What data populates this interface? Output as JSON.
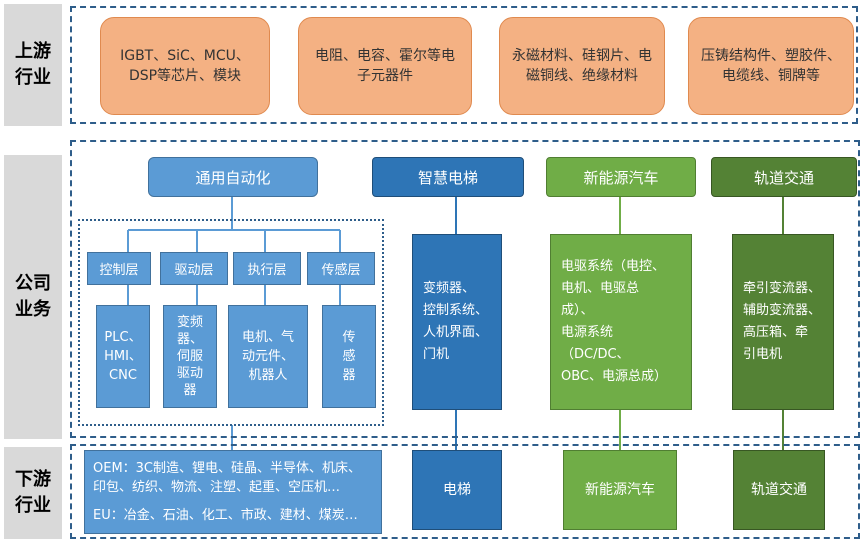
{
  "sections": {
    "upstream": "上游\n行业",
    "company": "公司\n业务",
    "downstream": "下游\n行业"
  },
  "upstream_items": [
    "IGBT、SiC、MCU、DSP等芯片、模块",
    "电阻、电容、霍尔等电子元器件",
    "永磁材料、硅钢片、电磁铜线、绝缘材料",
    "压铸结构件、塑胶件、电缆线、铜牌等"
  ],
  "business": {
    "automation": "通用自动化",
    "elevator": "智慧电梯",
    "nev": "新能源汽车",
    "rail": "轨道交通"
  },
  "layers": [
    "控制层",
    "驱动层",
    "执行层",
    "传感层"
  ],
  "layer_items": [
    "PLC、\nHMI、\nCNC",
    "变频\n器、\n伺服\n驱动\n器",
    "电机、气\n动元件、\n机器人",
    "传\n感\n器"
  ],
  "elevator_items": "变频器、\n控制系统、\n人机界面、\n门机",
  "nev_items": "电驱系统（电控、\n电机、电驱总\n成）、\n电源系统（DC/DC、\nOBC、电源总成）",
  "rail_items": "牵引变流器、\n辅助变流器、\n高压箱、牵\n引电机",
  "downstream": {
    "oem": "OEM：3C制造、锂电、硅晶、半导体、机床、印包、纺织、物流、注塑、起重、空压机…",
    "eu": "EU：冶金、石油、化工、市政、建材、煤炭…",
    "elevator": "电梯",
    "nev": "新能源汽车",
    "rail": "轨道交通"
  },
  "colors": {
    "orange": "#f4b183",
    "light_blue": "#5b9bd5",
    "dark_blue": "#2e75b6",
    "light_green": "#70ad47",
    "dark_green": "#548235",
    "dash_border": "#2e5d8a"
  }
}
